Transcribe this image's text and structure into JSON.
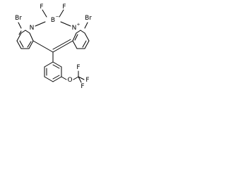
{
  "molecule": {
    "atoms": {
      "br_left": "Br",
      "br_right": "Br",
      "f_left": "F",
      "f_right": "F",
      "boron": "B",
      "n_left": "N",
      "n_right": "N",
      "oxygen": "O",
      "f_cf3_top": "F",
      "f_cf3_mid": "F",
      "f_cf3_bottom": "F"
    },
    "charges": {
      "boron": "−",
      "n_right": "+"
    }
  }
}
